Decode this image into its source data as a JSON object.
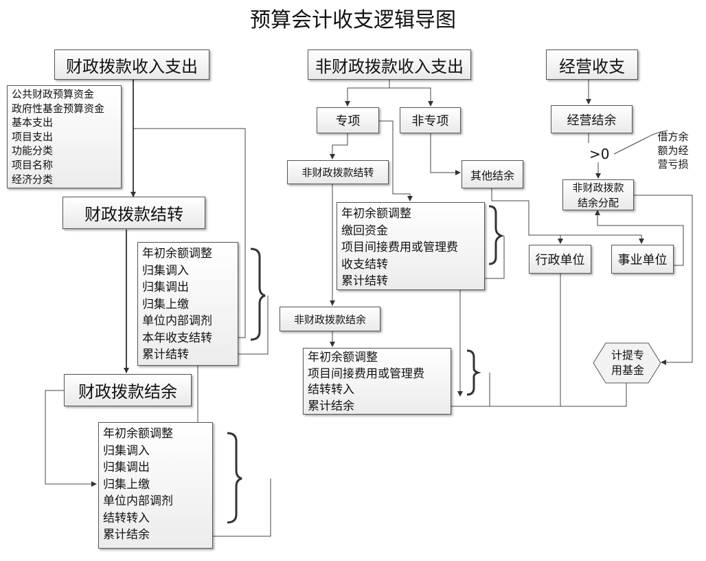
{
  "title": "预算会计收支逻辑导图",
  "left": {
    "top": "财政拨款收入支出",
    "info_items": [
      "公共财政预算资金",
      "政府性基金预算资金",
      "基本支出",
      "项目支出",
      "功能分类",
      "项目名称",
      "经济分类"
    ],
    "carryover": "财政拨款结转",
    "carryover_items": [
      "年初余额调整",
      "归集调入",
      "归集调出",
      "归集上缴",
      "单位内部调剂",
      "本年收支结转",
      "累计结转"
    ],
    "balance": "财政拨款结余",
    "balance_items": [
      "年初余额调整",
      "归集调入",
      "归集调出",
      "归集上缴",
      "单位内部调剂",
      "结转转入",
      "累计结余"
    ]
  },
  "middle": {
    "top": "非财政拨款收入支出",
    "special": "专项",
    "nonspecial": "非专项",
    "carryover": "非财政拨款结转",
    "carryover_items": [
      "年初余额调整",
      "缴回资金",
      "项目间接费用或管理费",
      "收支结转",
      "累计结转"
    ],
    "other_balance": "其他结余",
    "balance": "非财政拨款结余",
    "balance_items": [
      "年初余额调整",
      "项目间接费用或管理费",
      "结转转入",
      "累计结余"
    ]
  },
  "right": {
    "top": "经营收支",
    "op_balance": "经营结余",
    "gt_zero": ">0",
    "debit_note": [
      "借方余",
      "额为经",
      "营亏损"
    ],
    "distribution": [
      "非财政拨款",
      "结余分配"
    ],
    "admin_unit": "行政单位",
    "public_unit": "事业单位",
    "fund": [
      "计提专",
      "用基金"
    ]
  }
}
